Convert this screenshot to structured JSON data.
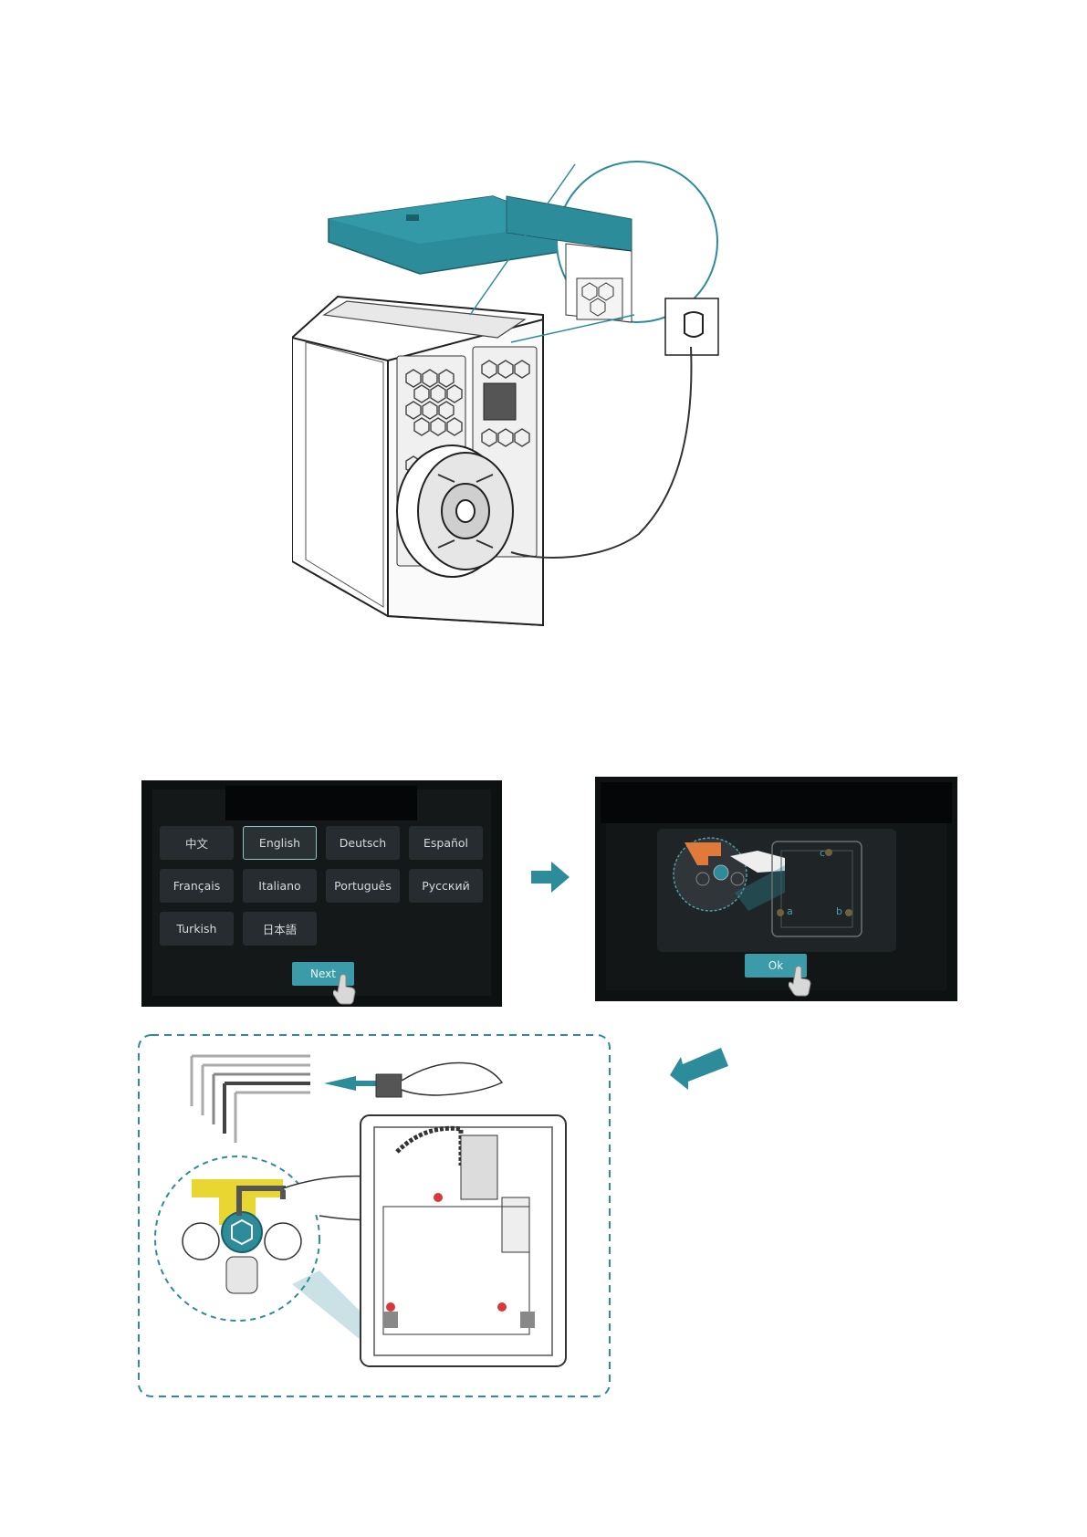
{
  "language_screen": {
    "languages": [
      {
        "label": "中文"
      },
      {
        "label": "English",
        "selected": true
      },
      {
        "label": "Deutsch"
      },
      {
        "label": "Español"
      },
      {
        "label": "Français"
      },
      {
        "label": "Italiano"
      },
      {
        "label": "Português"
      },
      {
        "label": "Русский"
      },
      {
        "label": "Turkish"
      },
      {
        "label": "日本語"
      }
    ],
    "next_label": "Next"
  },
  "leveling_screen": {
    "ok_label": "Ok",
    "corner_labels": {
      "a": "a",
      "b": "b",
      "c": "c"
    }
  },
  "colors": {
    "accent": "#2c8c99",
    "screen_bg": "#0e1112",
    "button_bg": "#262c2f",
    "marker_red": "#d9383a"
  },
  "icons": [
    "printer-illustration",
    "power-plug-icon",
    "hand-pointer-icon",
    "arrow-right-icon",
    "arrow-down-left-icon",
    "hex-key-icon"
  ]
}
